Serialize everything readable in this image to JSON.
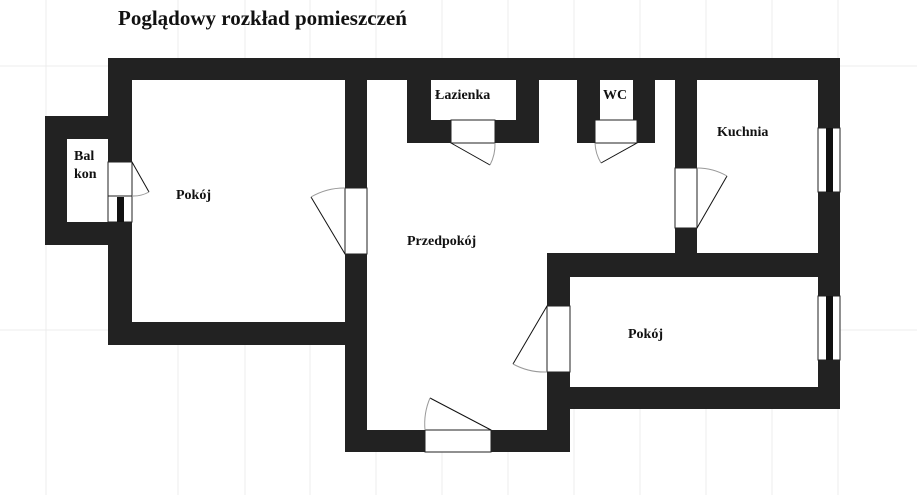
{
  "title": "Poglądowy rozkład pomieszczeń",
  "rooms": {
    "balkon_line1": "Bal",
    "balkon_line2": "kon",
    "pokoj_left": "Pokój",
    "przedpokoj": "Przedpokój",
    "lazienka": "Łazienka",
    "wc": "WC",
    "kuchnia": "Kuchnia",
    "pokoj_right": "Pokój"
  },
  "colors": {
    "wall": "#222222",
    "grid": "#ececec"
  }
}
